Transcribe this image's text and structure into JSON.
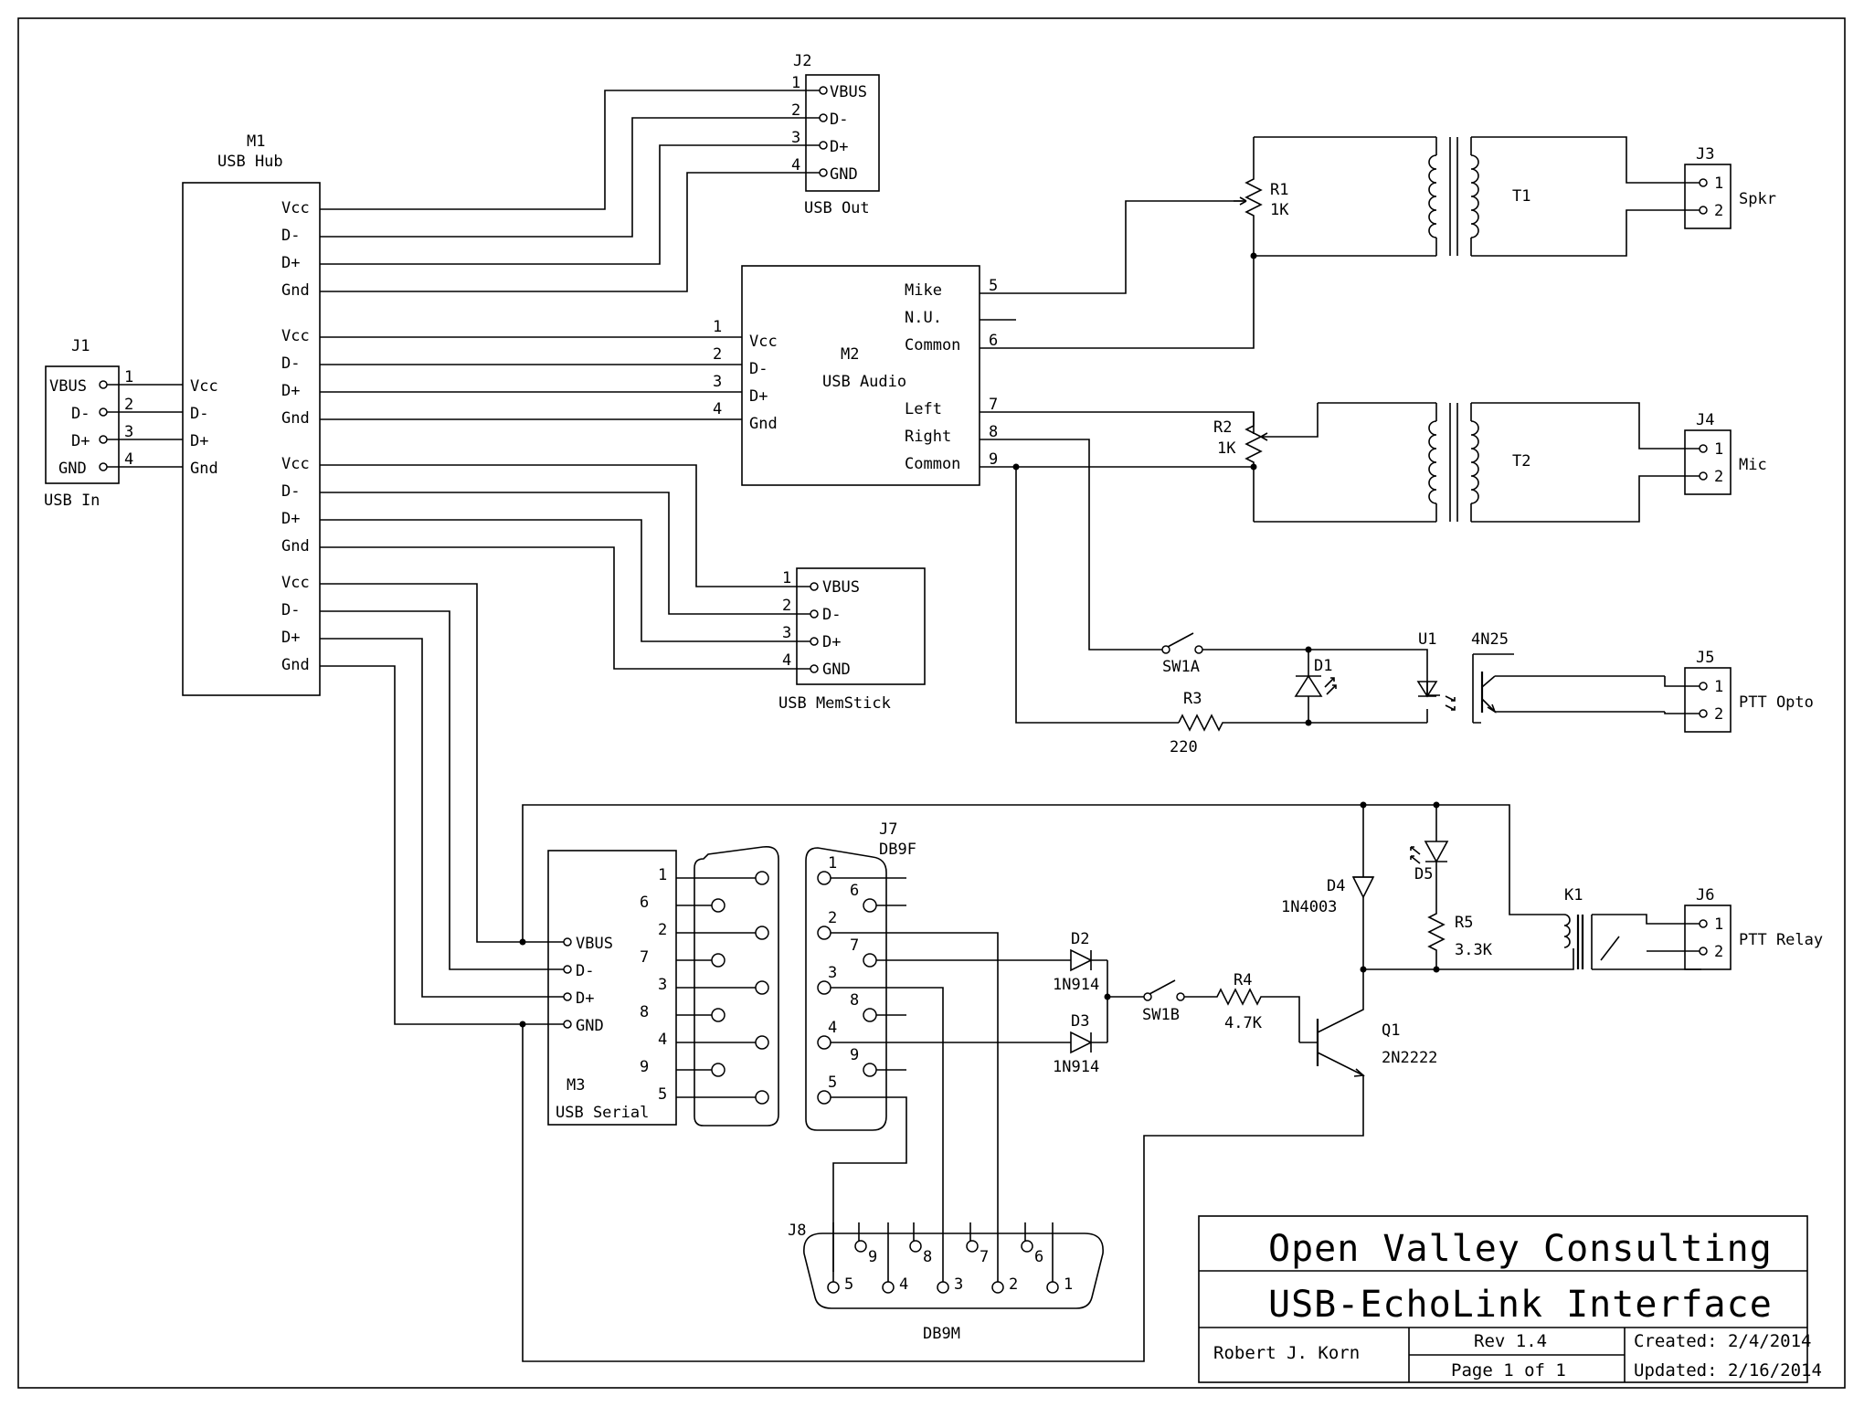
{
  "title_block": {
    "company": "Open Valley Consulting",
    "project": "USB-EchoLink Interface",
    "author": "Robert J. Korn",
    "rev": "Rev 1.4",
    "page": "Page 1 of 1",
    "created": "Created: 2/4/2014",
    "updated": "Updated: 2/16/2014"
  },
  "M1": {
    "ref": "M1",
    "name": "USB Hub",
    "in_pins": [
      "Vcc",
      "D-",
      "D+",
      "Gnd"
    ],
    "out_pins": [
      "Vcc",
      "D-",
      "D+",
      "Gnd",
      "Vcc",
      "D-",
      "D+",
      "Gnd",
      "Vcc",
      "D-",
      "D+",
      "Gnd",
      "Vcc",
      "D-",
      "D+",
      "Gnd"
    ]
  },
  "J1": {
    "ref": "J1",
    "name": "USB In",
    "pins": [
      "VBUS",
      "D-",
      "D+",
      "GND"
    ],
    "nums": [
      "1",
      "2",
      "3",
      "4"
    ]
  },
  "J2": {
    "ref": "J2",
    "name": "USB Out",
    "pins": [
      "VBUS",
      "D-",
      "D+",
      "GND"
    ],
    "nums": [
      "1",
      "2",
      "3",
      "4"
    ]
  },
  "M2": {
    "ref": "M2",
    "name": "USB Audio",
    "left_pins": [
      "Vcc",
      "D-",
      "D+",
      "Gnd"
    ],
    "left_nums": [
      "1",
      "2",
      "3",
      "4"
    ],
    "right_pins": [
      "Mike",
      "N.U.",
      "Common",
      "Left",
      "Right",
      "Common"
    ],
    "right_nums": [
      "5",
      "",
      "6",
      "7",
      "8",
      "9"
    ]
  },
  "MS": {
    "name": "USB MemStick",
    "pins": [
      "VBUS",
      "D-",
      "D+",
      "GND"
    ],
    "nums": [
      "1",
      "2",
      "3",
      "4"
    ]
  },
  "M3": {
    "ref": "M3",
    "name": "USB Serial",
    "pins": [
      "VBUS",
      "D-",
      "D+",
      "GND"
    ],
    "db_nums": [
      "1",
      "6",
      "2",
      "7",
      "3",
      "8",
      "4",
      "9",
      "5"
    ]
  },
  "J7": {
    "ref": "J7",
    "type": "DB9F",
    "nums": [
      "1",
      "6",
      "2",
      "7",
      "3",
      "8",
      "4",
      "9",
      "5"
    ]
  },
  "J8": {
    "ref": "J8",
    "type": "DB9M",
    "top_nums": [
      "9",
      "8",
      "7",
      "6"
    ],
    "bot_nums": [
      "5",
      "4",
      "3",
      "2",
      "1"
    ]
  },
  "R1": {
    "ref": "R1",
    "value": "1K"
  },
  "R2": {
    "ref": "R2",
    "value": "1K"
  },
  "R3": {
    "ref": "R3",
    "value": "220"
  },
  "R4": {
    "ref": "R4",
    "value": "4.7K"
  },
  "R5": {
    "ref": "R5",
    "value": "3.3K"
  },
  "T1": {
    "ref": "T1"
  },
  "T2": {
    "ref": "T2"
  },
  "J3": {
    "ref": "J3",
    "name": "Spkr",
    "nums": [
      "1",
      "2"
    ]
  },
  "J4": {
    "ref": "J4",
    "name": "Mic",
    "nums": [
      "1",
      "2"
    ]
  },
  "J5": {
    "ref": "J5",
    "name": "PTT Opto",
    "nums": [
      "1",
      "2"
    ]
  },
  "J6": {
    "ref": "J6",
    "name": "PTT Relay",
    "nums": [
      "1",
      "2"
    ]
  },
  "U1": {
    "ref": "U1",
    "part": "4N25"
  },
  "D1": {
    "ref": "D1"
  },
  "D2": {
    "ref": "D2",
    "part": "1N914"
  },
  "D3": {
    "ref": "D3",
    "part": "1N914"
  },
  "D4": {
    "ref": "D4",
    "part": "1N4003"
  },
  "D5": {
    "ref": "D5"
  },
  "Q1": {
    "ref": "Q1",
    "part": "2N2222"
  },
  "K1": {
    "ref": "K1"
  },
  "SW1A": {
    "ref": "SW1A"
  },
  "SW1B": {
    "ref": "SW1B"
  }
}
